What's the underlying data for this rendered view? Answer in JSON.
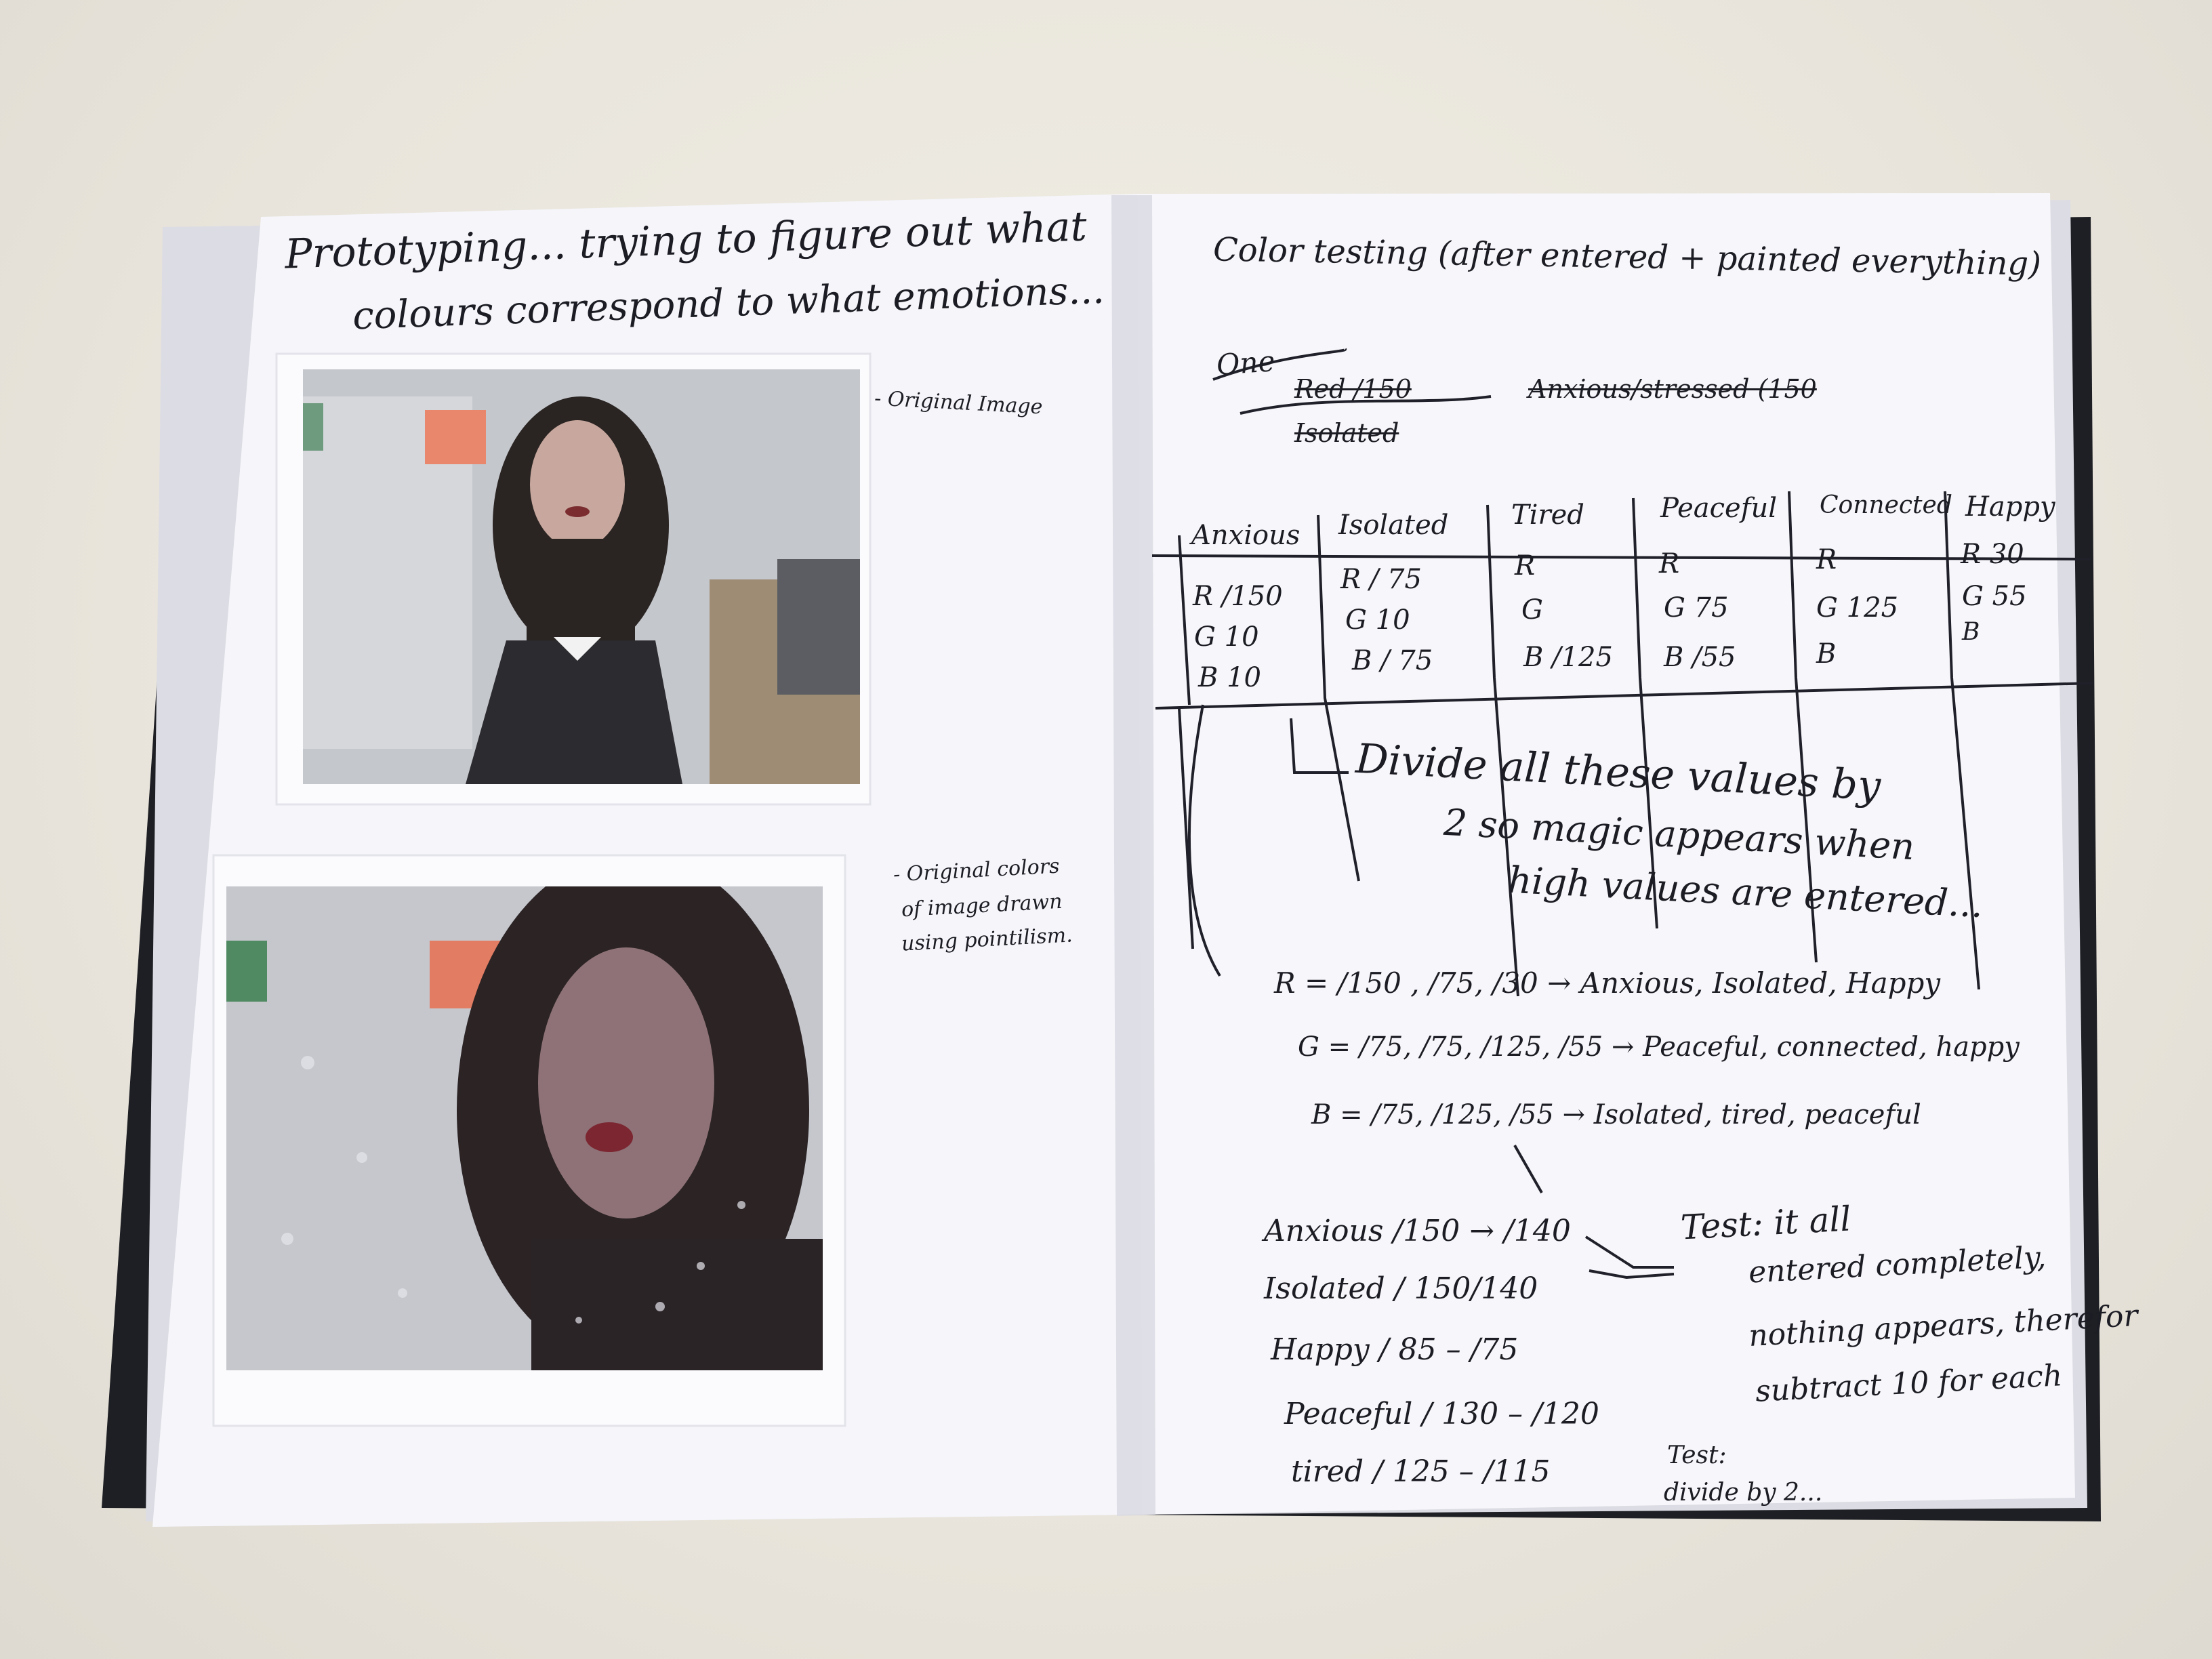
{
  "left_page": {
    "title_line1": "Prototyping... trying to figure out what",
    "title_line2": "colours correspond to what emotions...",
    "photo1_caption": "- Original Image",
    "photo2_caption_line1": "- Original colors",
    "photo2_caption_line2": "of image drawn",
    "photo2_caption_line3": "using pointilism."
  },
  "right_page": {
    "title": "Color testing (after entered + painted everything)",
    "note_one": "One",
    "note_struck": "Red /150",
    "note_struck2": "Isolated",
    "note_anx": "Anxious/stressed (150",
    "table": {
      "headers": [
        "Anxious",
        "Isolated",
        "Tired",
        "Peaceful",
        "Connected",
        "Happy"
      ],
      "rows": [
        [
          "R /150",
          "R / 75",
          "R",
          "R",
          "R",
          "R 30"
        ],
        [
          "G 10",
          "G 10",
          "G",
          "G 75",
          "G 125",
          "G 55"
        ],
        [
          "B 10",
          "B / 75",
          "B /125",
          "B /55",
          "B",
          "B"
        ]
      ]
    },
    "divide_note": [
      "Divide all these values by",
      "2 so magic appears when",
      "high values are entered..."
    ],
    "r_line": "R = /150 , /75, /30 → Anxious, Isolated, Happy",
    "g_line": "G = /75, /75, /125, /55 → Peaceful, connected, happy",
    "b_line": "B = /75, /125, /55 → Isolated, tired, peaceful",
    "list": [
      "Anxious /150 → /140",
      "Isolated / 150/140",
      "Happy / 85 – /75",
      "Peaceful / 130 – /120",
      "tired / 125 – /115"
    ],
    "test_note": [
      "Test: it all",
      "entered completely,",
      "nothing appears, therefor",
      "subtract 10 for each"
    ],
    "test2": [
      "Test:",
      "divide by 2..."
    ]
  },
  "colors": {
    "page": "#f6f6fb",
    "ink": "#1c1c24",
    "cover": "#1e1f24"
  }
}
